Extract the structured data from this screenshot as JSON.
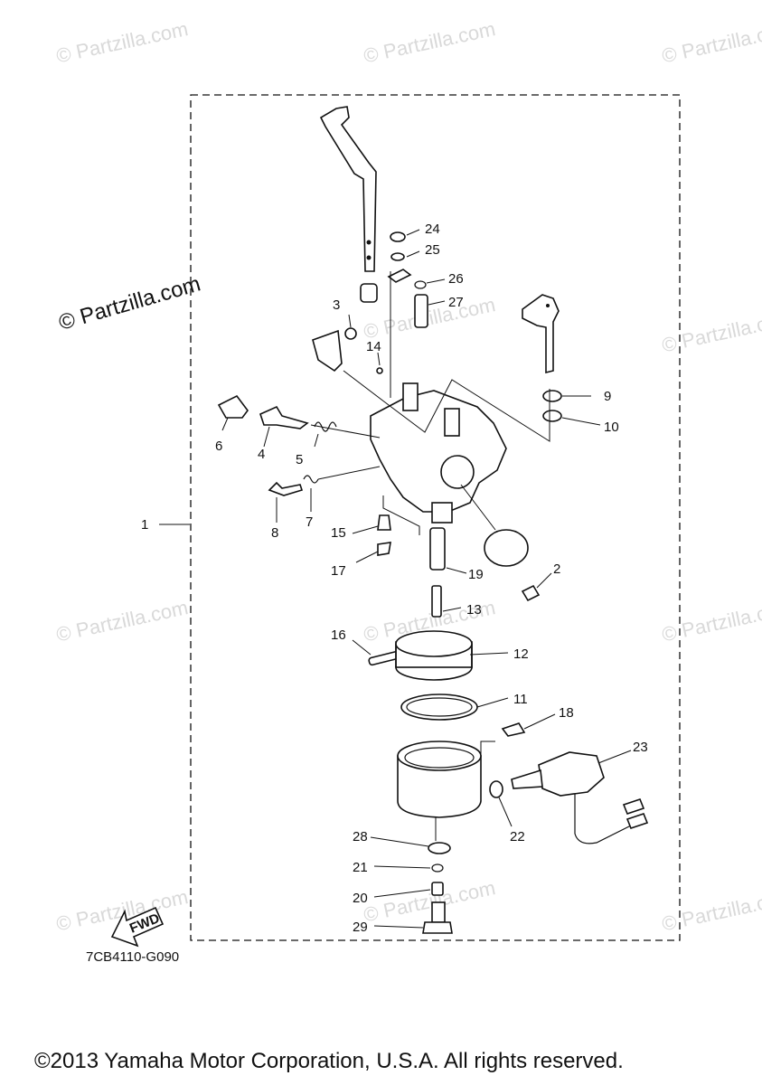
{
  "watermark": {
    "brand_text": "© Partzilla.com",
    "main_text": "© Partzilla.com"
  },
  "diagram": {
    "callouts": {
      "p1": "1",
      "p2": "2",
      "p3": "3",
      "p4": "4",
      "p5": "5",
      "p6": "6",
      "p7": "7",
      "p8": "8",
      "p9": "9",
      "p10": "10",
      "p11": "11",
      "p12": "12",
      "p13": "13",
      "p14": "14",
      "p15": "15",
      "p16": "16",
      "p17": "17",
      "p18": "18",
      "p19": "19",
      "p20": "20",
      "p21": "21",
      "p22": "22",
      "p23": "23",
      "p24": "24",
      "p25": "25",
      "p26": "26",
      "p27": "27",
      "p28": "28",
      "p29": "29"
    },
    "fwd_label": "FWD",
    "drawing_code": "7CB4110-G090"
  },
  "footer": {
    "copyright": "©2013 Yamaha Motor Corporation, U.S.A. All rights reserved."
  }
}
